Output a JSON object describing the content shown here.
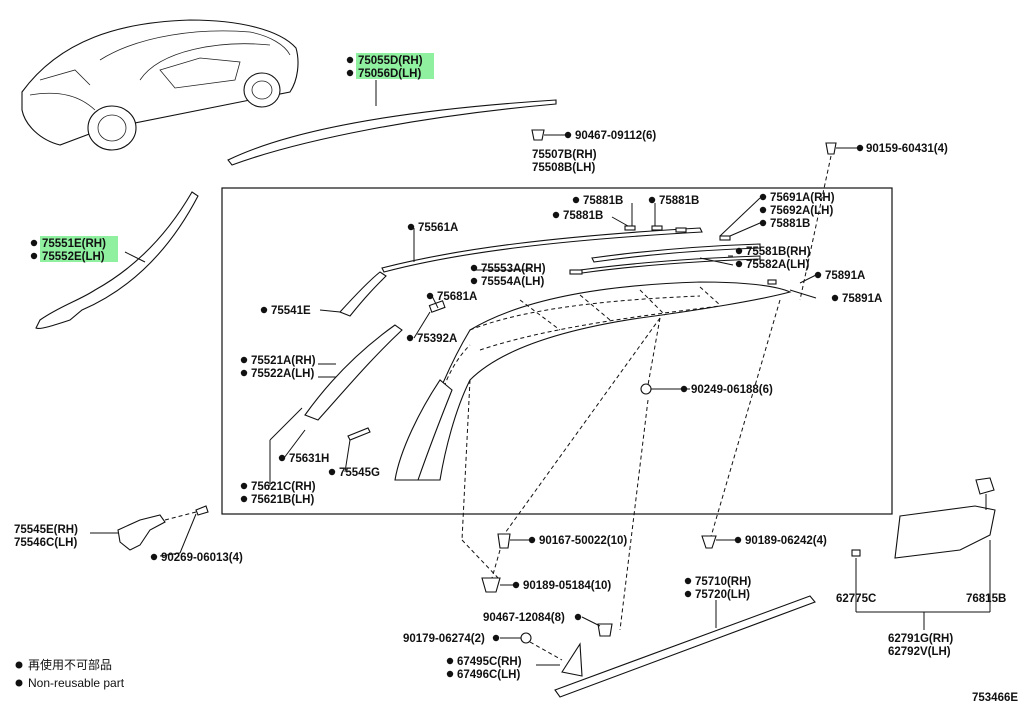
{
  "diagram_id": "753466E",
  "legend": {
    "line1": "再使用不可部品",
    "line2": "Non-reusable part"
  },
  "labels": {
    "p75055D": "75055D(RH)",
    "p75056D": "75056D(LH)",
    "p90467_09112": "90467-09112(6)",
    "p75507B": "75507B(RH)",
    "p75508B": "75508B(LH)",
    "p90159": "90159-60431(4)",
    "p75551E": "75551E(RH)",
    "p75552E": "75552E(LH)",
    "p75881B_a": "75881B",
    "p75881B_b": "75881B",
    "p75881B_c": "75881B",
    "p75881B_d": "75881B",
    "p75691A": "75691A(RH)",
    "p75692A": "75692A(LH)",
    "p75561A": "75561A",
    "p75581B": "75581B(RH)",
    "p75582A": "75582A(LH)",
    "p75553A": "75553A(RH)",
    "p75554A": "75554A(LH)",
    "p75891A_a": "75891A",
    "p75891A_b": "75891A",
    "p75681A": "75681A",
    "p75541E": "75541E",
    "p75392A": "75392A",
    "p75521A": "75521A(RH)",
    "p75522A": "75522A(LH)",
    "p90249": "90249-06188(6)",
    "p75631H": "75631H",
    "p75545G": "75545G",
    "p75621C": "75621C(RH)",
    "p75621B": "75621B(LH)",
    "p75545E": "75545E(RH)",
    "p75546C": "75546C(LH)",
    "p90269": "90269-06013(4)",
    "p90167": "90167-50022(10)",
    "p90189_06242": "90189-06242(4)",
    "p90189_05184": "90189-05184(10)",
    "p75710": "75710(RH)",
    "p75720": "75720(LH)",
    "p62775C": "62775C",
    "p76815B": "76815B",
    "p90467_12084": "90467-12084(8)",
    "p90179": "90179-06274(2)",
    "p62791G": "62791G(RH)",
    "p62792V": "62792V(LH)",
    "p67495C": "67495C(RH)",
    "p67496C": "67496C(LH)"
  },
  "colors": {
    "highlight": "#8ff0a0",
    "ink": "#111111"
  }
}
